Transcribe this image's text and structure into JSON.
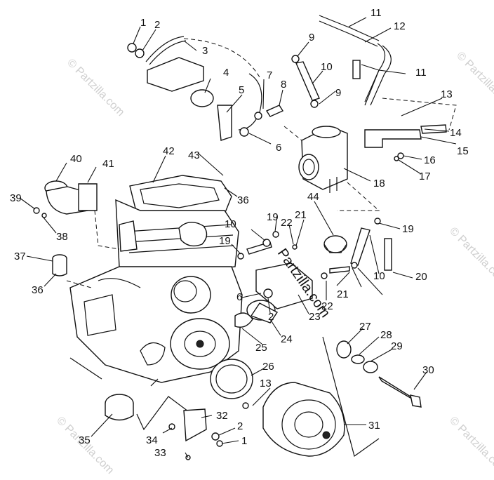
{
  "watermark": {
    "brand": "© Partzilla.com",
    "center": "Partzilla.com",
    "copy_mark": "©"
  },
  "callouts": [
    "1",
    "2",
    "3",
    "4",
    "5",
    "6",
    "7",
    "8",
    "9",
    "9",
    "10",
    "11",
    "11",
    "12",
    "13",
    "14",
    "15",
    "16",
    "17",
    "18",
    "19",
    "19",
    "19",
    "20",
    "21",
    "21",
    "22",
    "22",
    "23",
    "24",
    "25",
    "26",
    "27",
    "28",
    "29",
    "30",
    "31",
    "32",
    "33",
    "34",
    "35",
    "36",
    "36",
    "37",
    "38",
    "39",
    "40",
    "41",
    "42",
    "43",
    "44",
    "10",
    "10",
    "6",
    "2",
    "13",
    "2",
    "1"
  ]
}
